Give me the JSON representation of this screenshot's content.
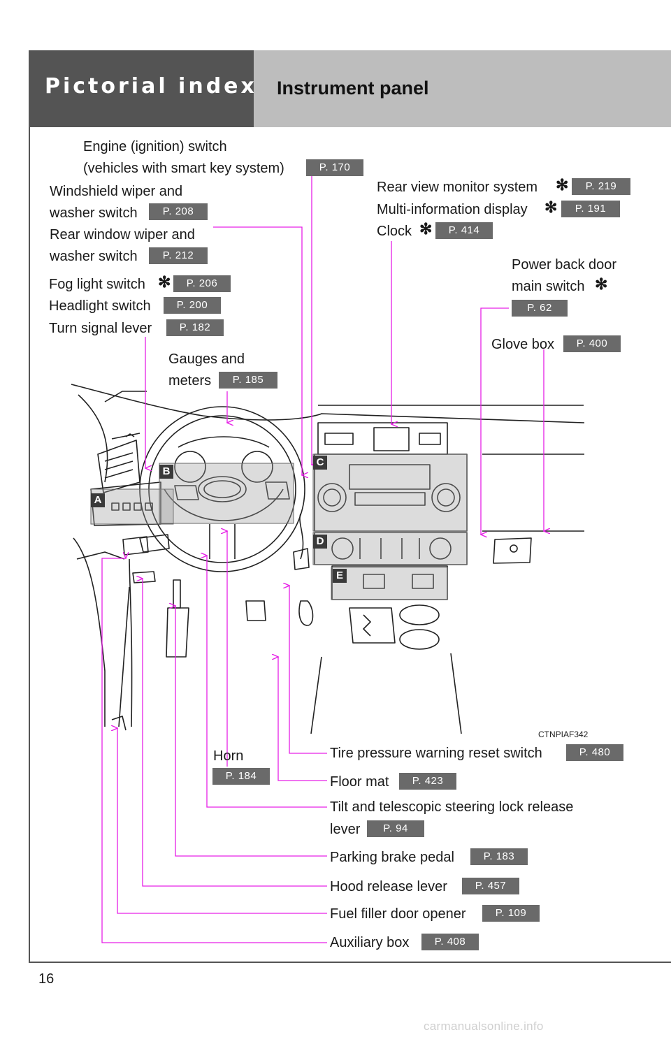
{
  "header": {
    "section": "Pictorial index",
    "title": "Instrument panel"
  },
  "callouts": {
    "engine_l1": "Engine (ignition) switch",
    "engine_l2": "(vehicles with smart key system)",
    "engine_ref": "P. 170",
    "wiper_l1": "Windshield wiper and",
    "wiper_l2": "washer switch",
    "wiper_ref": "P. 208",
    "rear_wiper_l1": "Rear window wiper and",
    "rear_wiper_l2": "washer switch",
    "rear_wiper_ref": "P. 212",
    "fog": "Fog light switch",
    "fog_ref": "P. 206",
    "headlight": "Headlight switch",
    "headlight_ref": "P. 200",
    "turn": "Turn signal lever",
    "turn_ref": "P. 182",
    "gauges_l1": "Gauges and",
    "gauges_l2": "meters",
    "gauges_ref": "P. 185",
    "rear_view": "Rear view monitor system",
    "rear_view_ref": "P. 219",
    "multi_info": "Multi-information display",
    "multi_info_ref": "P. 191",
    "clock": "Clock",
    "clock_ref": "P. 414",
    "power_door_l1": "Power back door",
    "power_door_l2": "main switch",
    "power_door_ref": "P. 62",
    "glove": "Glove box",
    "glove_ref": "P. 400",
    "horn": "Horn",
    "horn_ref": "P. 184",
    "tire": "Tire pressure warning reset switch",
    "tire_ref": "P. 480",
    "floor": "Floor mat",
    "floor_ref": "P. 423",
    "tilt_l1": "Tilt and telescopic steering lock release",
    "tilt_l2": "lever",
    "tilt_ref": "P. 94",
    "parking": "Parking brake pedal",
    "parking_ref": "P. 183",
    "hood": "Hood release lever",
    "hood_ref": "P. 457",
    "fuel": "Fuel filler door opener",
    "fuel_ref": "P. 109",
    "aux": "Auxiliary box",
    "aux_ref": "P. 408"
  },
  "star_symbol": "✻",
  "area_letters": [
    "A",
    "B",
    "C",
    "D",
    "E"
  ],
  "figure_code": "CTNPIAF342",
  "page_number": "16",
  "watermark": "carmanualsonline.info",
  "colors": {
    "leader_line": "#e620e6",
    "header_dark": "#545454",
    "header_light": "#bdbdbd",
    "ref_badge": "#6a6a6a"
  }
}
